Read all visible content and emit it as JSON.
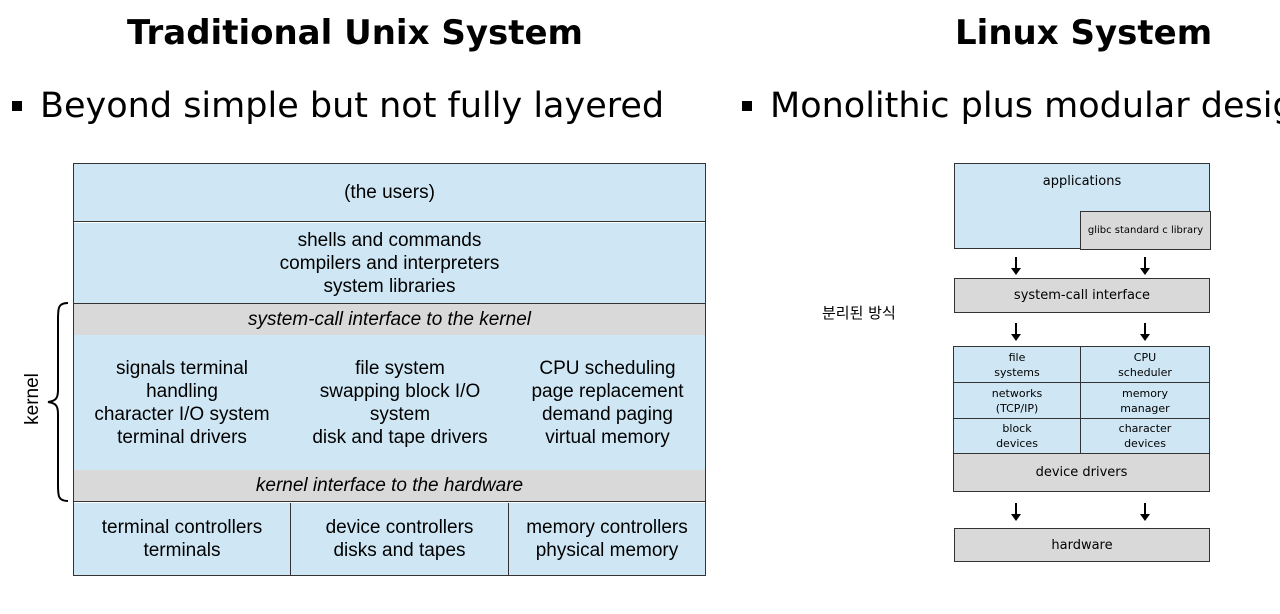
{
  "left": {
    "title": "Traditional Unix System",
    "bullet": "Beyond simple but not fully layered",
    "users": "(the users)",
    "shells": [
      "shells and commands",
      "compilers and interpreters",
      "system libraries"
    ],
    "syscall": "system-call interface to the kernel",
    "kernel_cols": [
      [
        "signals terminal",
        "handling",
        "character I/O system",
        "terminal drivers"
      ],
      [
        "file system",
        "swapping block I/O",
        "system",
        "disk and tape drivers"
      ],
      [
        "CPU scheduling",
        "page replacement",
        "demand paging",
        "virtual memory"
      ]
    ],
    "hw_iface": "kernel interface to the hardware",
    "controllers": [
      [
        "terminal controllers",
        "terminals"
      ],
      [
        "device controllers",
        "disks and tapes"
      ],
      [
        "memory controllers",
        "physical memory"
      ]
    ],
    "kernel_label": "kernel"
  },
  "right": {
    "title": "Linux System",
    "bullet": "Monolithic plus modular design",
    "side_note": "분리된 방식",
    "applications": "applications",
    "glibc": "glibc standard c library",
    "syscall": "system-call interface",
    "modules": [
      [
        "file",
        "systems"
      ],
      [
        "CPU",
        "scheduler"
      ],
      [
        "networks",
        "(TCP/IP)"
      ],
      [
        "memory",
        "manager"
      ],
      [
        "block",
        "devices"
      ],
      [
        "character",
        "devices"
      ]
    ],
    "device_drivers": "device drivers",
    "hardware": "hardware"
  }
}
